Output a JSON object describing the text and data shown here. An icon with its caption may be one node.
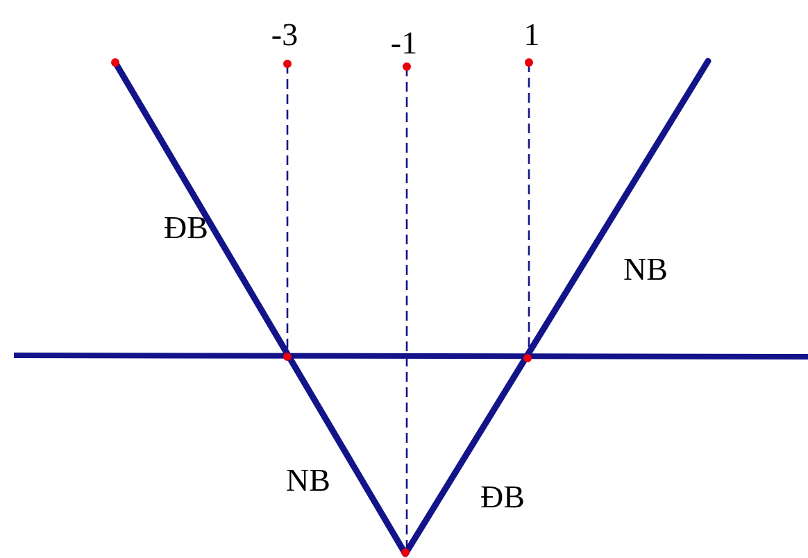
{
  "diagram": {
    "labels": [
      "-3",
      "-1",
      "1",
      "ĐB",
      "NB",
      "NB",
      "ĐB"
    ]
  }
}
